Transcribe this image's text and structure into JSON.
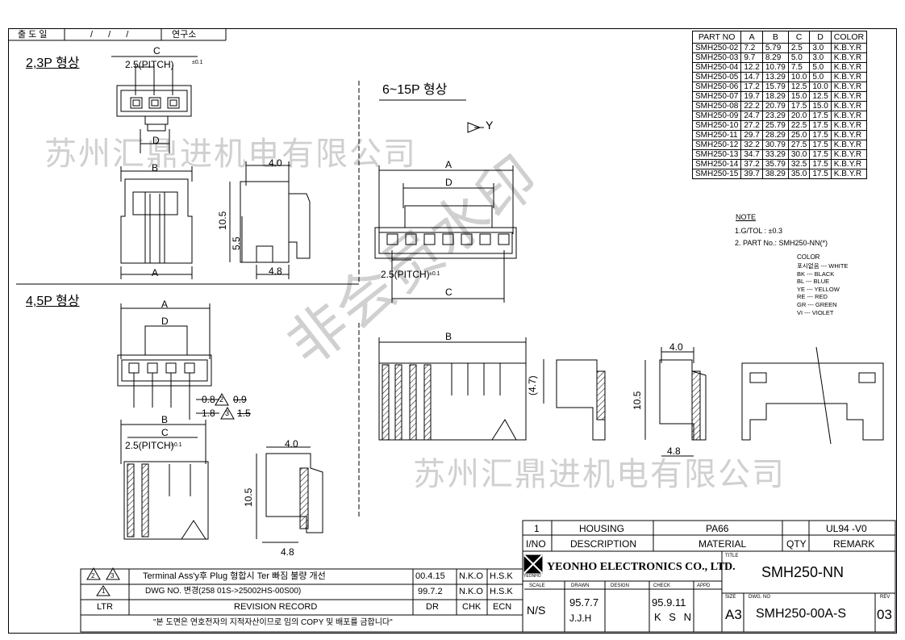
{
  "header": {
    "label_date": "출 도 일",
    "date_value": "/ / /",
    "label_lab": "연구소"
  },
  "views": {
    "v23_title": "2,3P 형상",
    "v45_title": "4,5P 형상",
    "v615_title": "6~15P 형상",
    "pitch": "2.5(PITCH)",
    "pitch_tol": "±0.1",
    "dim_A": "A",
    "dim_B": "B",
    "dim_C": "C",
    "dim_D": "D",
    "dim_40": "4.0",
    "dim_105": "10.5",
    "dim_55": "5.5",
    "dim_48": "4.8",
    "dim_47": "(4.7)",
    "dim_Y": "Y",
    "rev2_dim": "0.8",
    "rev2_old": "0.9",
    "rev3_dim": "1.8",
    "rev3_old": "1.5",
    "rev2_mark": "2",
    "rev3_mark": "3"
  },
  "spec_table": {
    "headers": [
      "PART NO",
      "A",
      "B",
      "C",
      "D",
      "COLOR"
    ],
    "rows": [
      [
        "SMH250-02",
        "7.2",
        "5.79",
        "2.5",
        "3.0",
        "K.B.Y.R"
      ],
      [
        "SMH250-03",
        "9.7",
        "8.29",
        "5.0",
        "3.0",
        "K.B.Y.R"
      ],
      [
        "SMH250-04",
        "12.2",
        "10.79",
        "7.5",
        "5.0",
        "K.B.Y.R"
      ],
      [
        "SMH250-05",
        "14.7",
        "13.29",
        "10.0",
        "5.0",
        "K.B.Y.R"
      ],
      [
        "SMH250-06",
        "17.2",
        "15.79",
        "12.5",
        "10.0",
        "K.B.Y.R"
      ],
      [
        "SMH250-07",
        "19.7",
        "18.29",
        "15.0",
        "12.5",
        "K.B.Y.R"
      ],
      [
        "SMH250-08",
        "22.2",
        "20.79",
        "17.5",
        "15.0",
        "K.B.Y.R"
      ],
      [
        "SMH250-09",
        "24.7",
        "23.29",
        "20.0",
        "17.5",
        "K.B.Y.R"
      ],
      [
        "SMH250-10",
        "27.2",
        "25.79",
        "22.5",
        "17.5",
        "K.B.Y.R"
      ],
      [
        "SMH250-11",
        "29.7",
        "28.29",
        "25.0",
        "17.5",
        "K.B.Y.R"
      ],
      [
        "SMH250-12",
        "32.2",
        "30.79",
        "27.5",
        "17.5",
        "K.B.Y.R"
      ],
      [
        "SMH250-13",
        "34.7",
        "33.29",
        "30.0",
        "17.5",
        "K.B.Y.R"
      ],
      [
        "SMH250-14",
        "37.2",
        "35.79",
        "32.5",
        "17.5",
        "K.B.Y.R"
      ],
      [
        "SMH250-15",
        "39.7",
        "38.29",
        "35.0",
        "17.5",
        "K.B.Y.R"
      ]
    ]
  },
  "notes": {
    "title": "NOTE",
    "line1": "1.G/TOL :  ±0.3",
    "line2": "2. PART No.: SMH250-NN(*)",
    "color_label": "COLOR",
    "colors": [
      "포시없음 --- WHITE",
      "BK --- BLACK",
      "BL --- BLUE",
      "YE --- YELLOW",
      "RE --- RED",
      "GR --- GREEN",
      "VI --- VIOLET"
    ]
  },
  "watermarks": {
    "company_a": "苏州汇鼎进机电有限公司",
    "company_b": "苏州汇鼎进机电有限公司",
    "diag": "非会员水印"
  },
  "revision": {
    "rows": [
      {
        "ltr": "3",
        "ltr_from": "2",
        "desc": "Terminal  Ass'y후 Plug 형합시 Ter 빠짐 불량 개선",
        "date": "00.4.15",
        "chk": "N.K.O",
        "ecn": "H.S.K"
      },
      {
        "ltr": "1",
        "desc": "DWG NO. 변경(258 01S->25002HS-00S00)",
        "date": "99.7.2",
        "chk": "N.K.O",
        "ecn": "H.S.K"
      }
    ],
    "header": {
      "ltr": "LTR",
      "desc": "REVISION  RECORD",
      "dr": "DR",
      "chk": "CHK",
      "ecn": "ECN"
    },
    "footer": "\"본 도면은 연호전자의 지적자산이므로 임의 COPY 및 배포를 금합니다\""
  },
  "title_block": {
    "item_no": "1",
    "item_desc": "HOUSING",
    "item_mat": "PA66",
    "item_remark": "UL94 -V0",
    "hdr_no": "I/NO",
    "hdr_desc": "DESCRIPTION",
    "hdr_mat": "MATERIAL",
    "hdr_qty": "QTY",
    "hdr_remark": "REMARK",
    "company": "YEONHO ELECTRONICS CO., LTD.",
    "logo_text": "YEONHO",
    "title_label": "TITLE",
    "title": "SMH250-NN",
    "scale_label": "SCALE",
    "scale": "N/S",
    "drawn_label": "DRAWN",
    "drawn_date": "95.7.7",
    "drawn_by": "J.J.H",
    "design_label": "DESIGN",
    "check_label": "CHECK",
    "check_date": "95.9.11",
    "check_by": "K S N",
    "appd_label": "APPD",
    "size_label": "SIZE",
    "size": "A3",
    "dwg_label": "DWG. NO",
    "dwg_no": "SMH250-00A-S",
    "rev_label": "REV",
    "rev": "03"
  }
}
